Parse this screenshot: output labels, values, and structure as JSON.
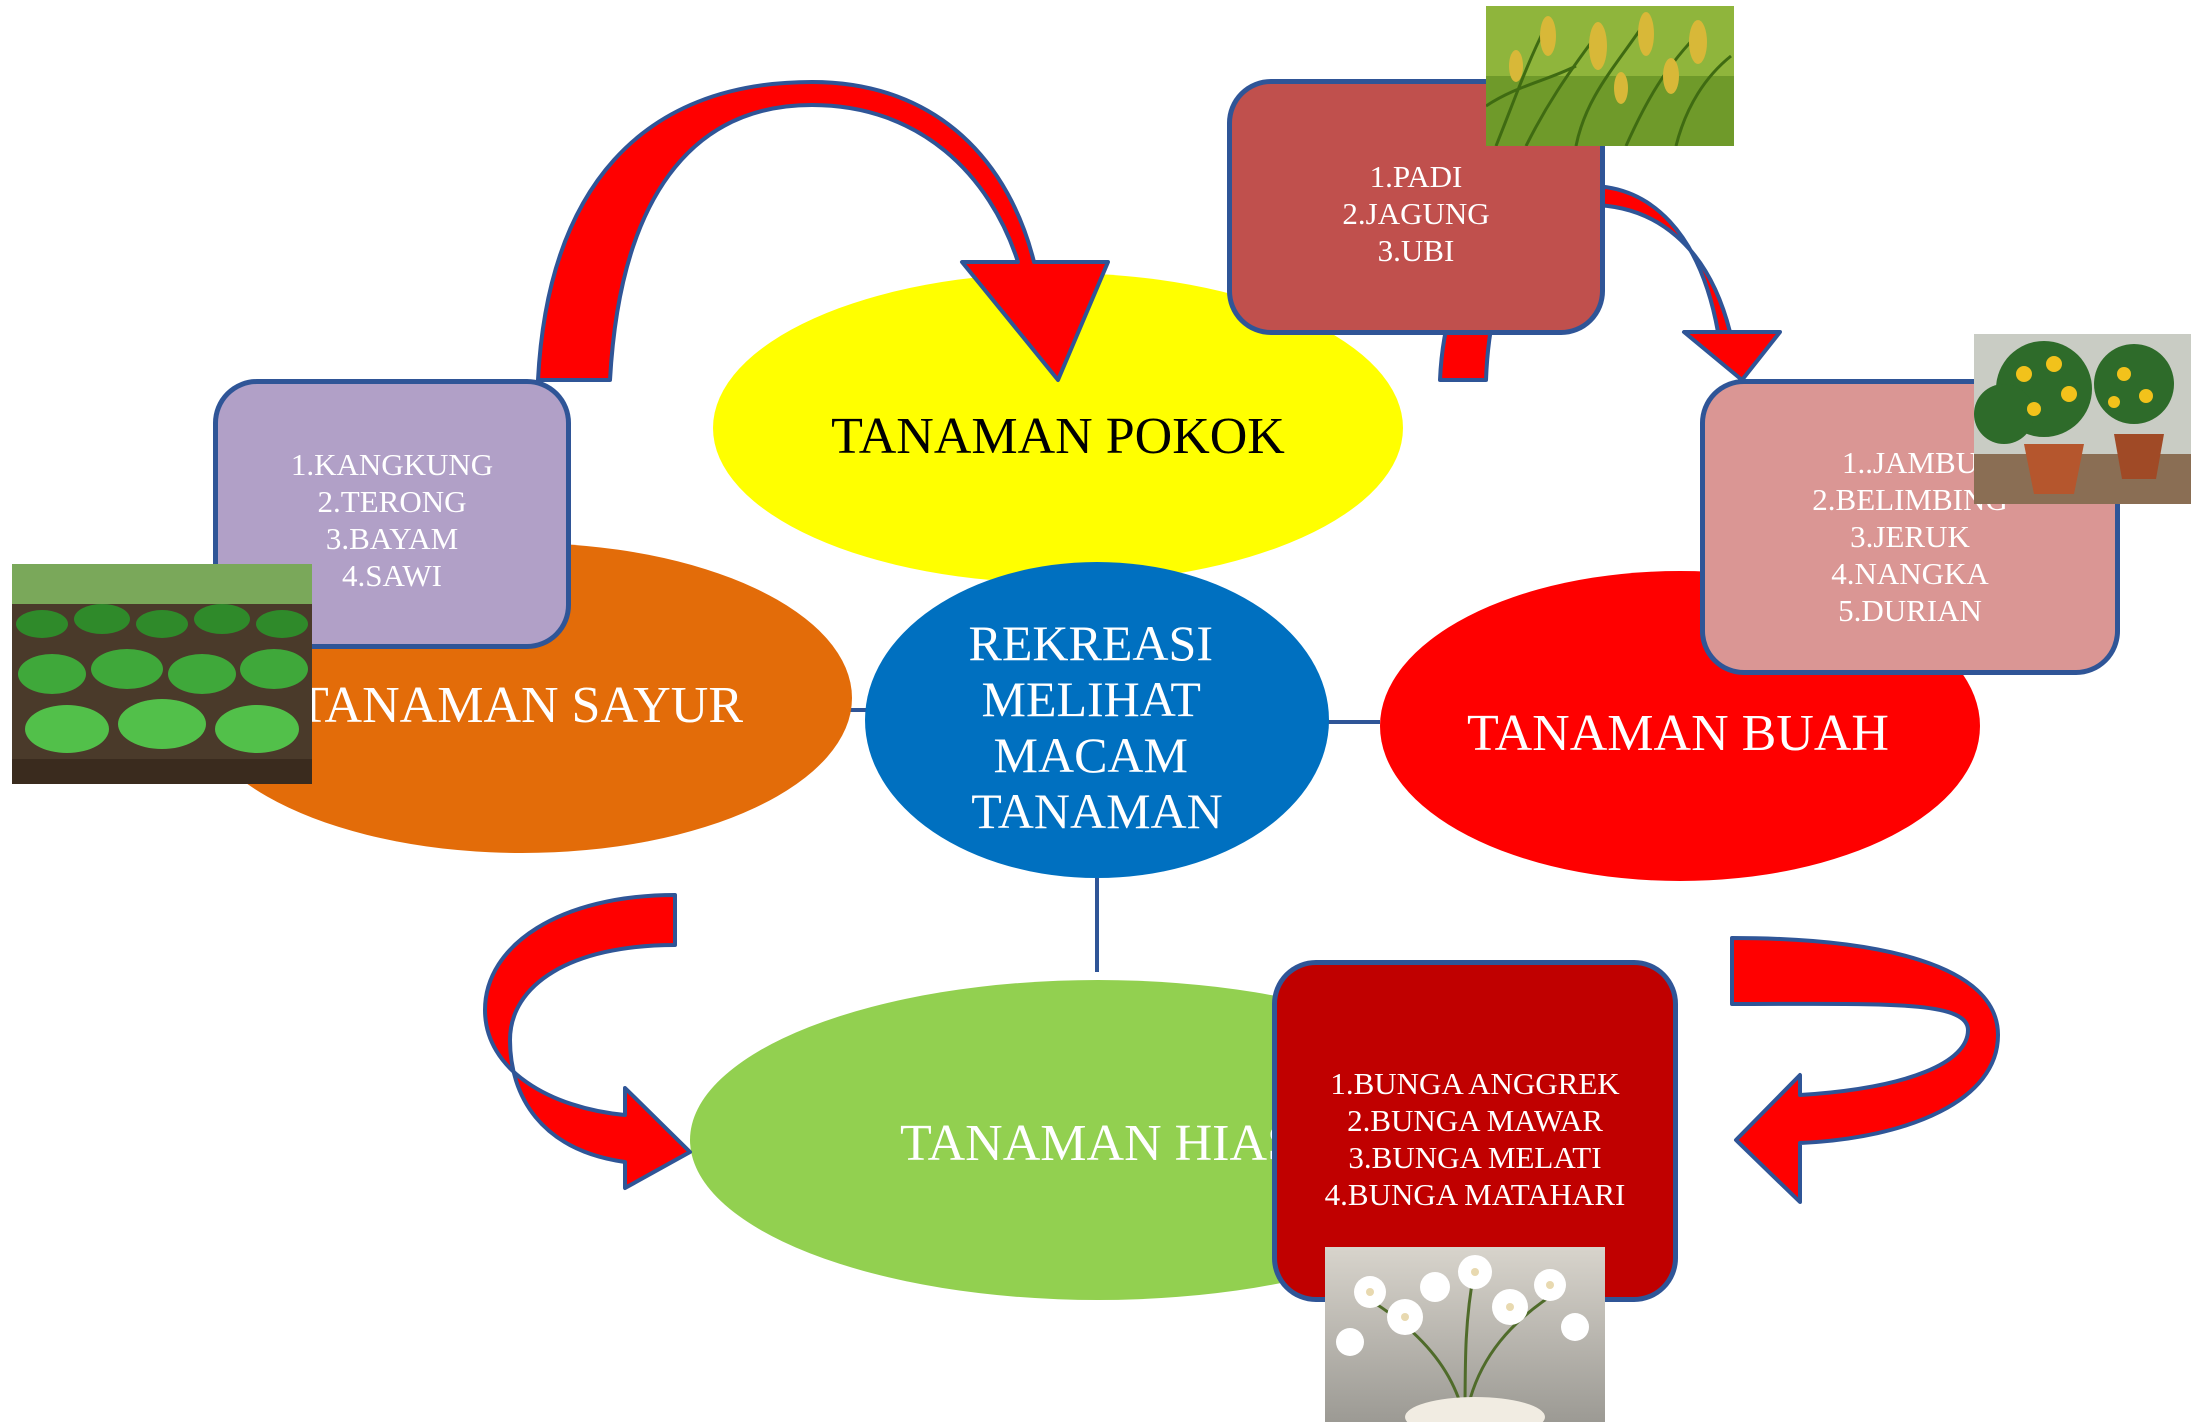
{
  "center": {
    "label": "REKREASI MELIHAT MACAM TANAMAN",
    "lines": [
      "REKREASI",
      "MELIHAT",
      "MACAM",
      "TANAMAN"
    ]
  },
  "categories": {
    "pokok": {
      "label": "TANAMAN POKOK",
      "items": [
        "1.PADI",
        "2.JAGUNG",
        "3.UBI"
      ]
    },
    "sayur": {
      "label": "TANAMAN SAYUR",
      "items": [
        "1.KANGKUNG",
        "2.TERONG",
        "3.BAYAM",
        "4.SAWI"
      ]
    },
    "buah": {
      "label": "TANAMAN BUAH",
      "items": [
        "1..JAMBU",
        "2.BELIMBING",
        "3.JERUK",
        "4.NANGKA",
        "5.DURIAN"
      ]
    },
    "hias": {
      "label": "TANAMAN HIAS",
      "items": [
        "1.BUNGA ANGGREK",
        "2.BUNGA MAWAR",
        "3.BUNGA MELATI",
        "4.BUNGA MATAHARI"
      ]
    }
  },
  "photos": {
    "rice": "rice-plant-photo",
    "vegetable": "vegetable-field-photo",
    "fruit": "potted-orange-tree-photo",
    "flower": "white-orchid-photo"
  },
  "colors": {
    "pokok_oval": "#ffff00",
    "sayur_oval": "#e36c09",
    "buah_oval": "#ff0000",
    "hias_oval": "#92d050",
    "center_oval": "#0070c0",
    "arrow_fill": "#ff0000",
    "arrow_outline": "#2f5597",
    "connector": "#2f5597"
  }
}
